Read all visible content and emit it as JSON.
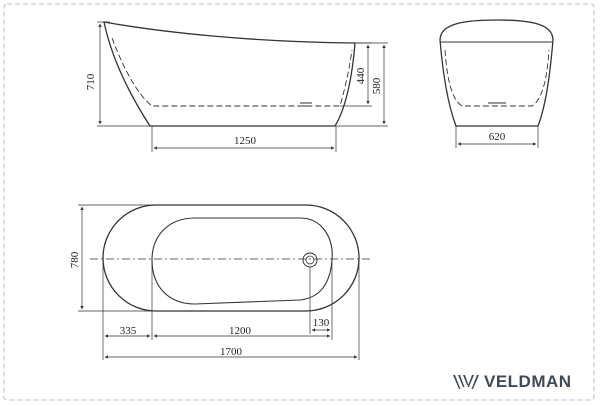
{
  "brand": {
    "name": "VELDMAN",
    "logo_icon": "chevrons-logo-icon"
  },
  "side_view": {
    "dim_height_total": "710",
    "dim_inner_depth": "440",
    "dim_rim_height": "580",
    "dim_bottom_length": "1250"
  },
  "end_view": {
    "dim_width": "620"
  },
  "top_view": {
    "dim_width": "780",
    "dim_offset": "335",
    "dim_inner_length": "1200",
    "dim_drain_offset": "130",
    "dim_total_length": "1700"
  },
  "colors": {
    "line": "#333333",
    "border": "#b8bec4",
    "logo": "#3f4a54"
  }
}
